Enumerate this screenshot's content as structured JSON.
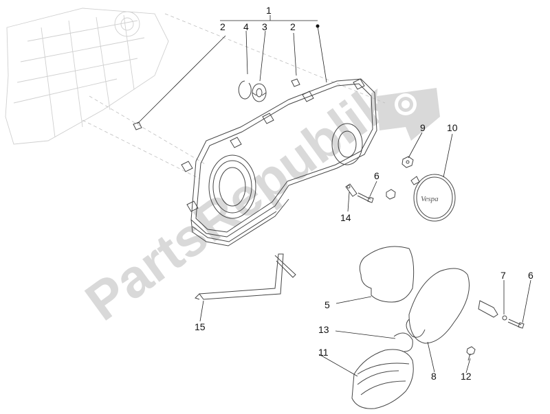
{
  "watermark": {
    "text": "PartsRepublik",
    "color": "#d9d9d9"
  },
  "callouts": [
    {
      "id": "c1",
      "label": "1"
    },
    {
      "id": "c2a",
      "label": "2"
    },
    {
      "id": "c4",
      "label": "4"
    },
    {
      "id": "c3",
      "label": "3"
    },
    {
      "id": "c2b",
      "label": "2"
    },
    {
      "id": "c9",
      "label": "9"
    },
    {
      "id": "c10",
      "label": "10"
    },
    {
      "id": "c6a",
      "label": "6"
    },
    {
      "id": "c14",
      "label": "14"
    },
    {
      "id": "c7",
      "label": "7"
    },
    {
      "id": "c6b",
      "label": "6"
    },
    {
      "id": "c5",
      "label": "5"
    },
    {
      "id": "c15",
      "label": "15"
    },
    {
      "id": "c13",
      "label": "13"
    },
    {
      "id": "c11",
      "label": "11"
    },
    {
      "id": "c8",
      "label": "8"
    },
    {
      "id": "c12",
      "label": "12"
    }
  ],
  "logo_text": "Vespa"
}
